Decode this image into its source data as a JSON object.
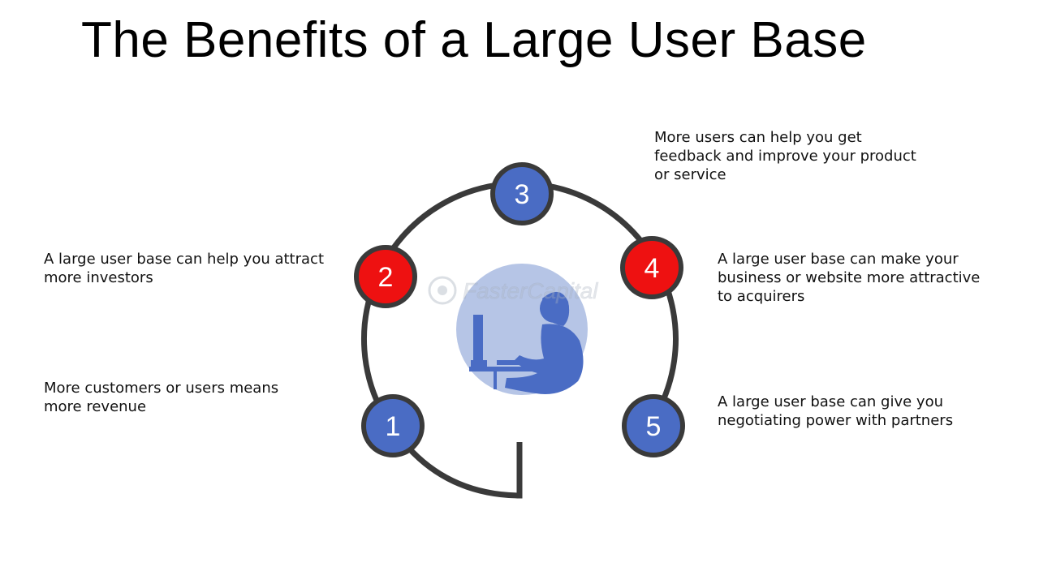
{
  "title": "The Benefits of a Large User Base",
  "colors": {
    "blue_node": "#4a6cc4",
    "red_node": "#ee1111",
    "ring": "#3a3a3a",
    "center_disc": "#b6c5e6",
    "figure": "#4a6cc4"
  },
  "center_icon": "person-at-computer-icon",
  "benefits": [
    {
      "number": "1",
      "color": "blue",
      "text": "More customers or users means more revenue"
    },
    {
      "number": "2",
      "color": "red",
      "text": "A large user base can help you attract more investors"
    },
    {
      "number": "3",
      "color": "blue",
      "text": "More users can help you get feedback and improve your product or service"
    },
    {
      "number": "4",
      "color": "red",
      "text": "A large user base can make your business or website more attractive to acquirers"
    },
    {
      "number": "5",
      "color": "blue",
      "text": "A large user base can give you negotiating power with partners"
    }
  ]
}
